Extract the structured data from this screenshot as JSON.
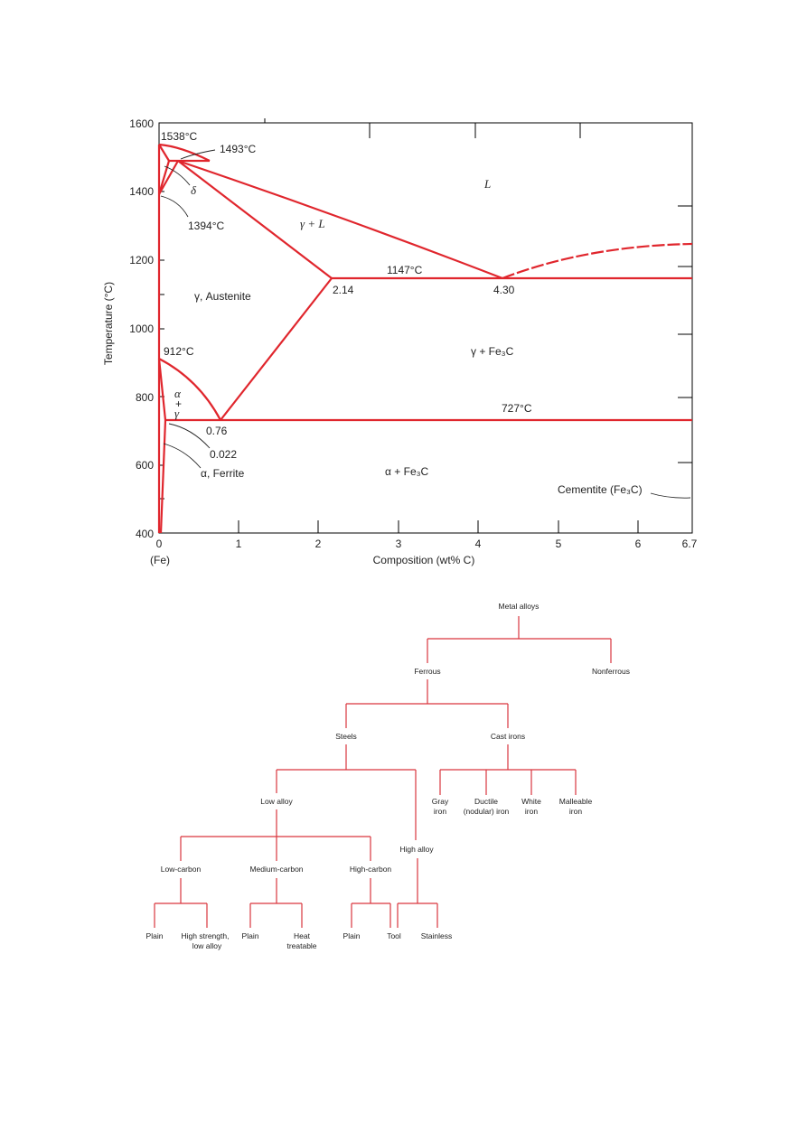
{
  "phase_diagram": {
    "axis": {
      "ylabel": "Temperature (°C)",
      "xlabel": "Composition (wt% C)",
      "fe_label": "(Fe)",
      "y_ticks": [
        "1600",
        "1400",
        "1200",
        "1000",
        "800",
        "600",
        "400"
      ],
      "x_ticks": [
        "0",
        "1",
        "2",
        "3",
        "4",
        "5",
        "6",
        "6.7"
      ]
    },
    "annotations": {
      "t1538": "1538°C",
      "t1493": "1493°C",
      "delta": "δ",
      "t1394": "1394°C",
      "liquid": "L",
      "gamma_l": "γ + L",
      "t1147": "1147°C",
      "c214": "2.14",
      "c430": "4.30",
      "austenite": "γ, Austenite",
      "t912": "912°C",
      "gamma_fe3c": "γ + Fe₃C",
      "alpha": "α",
      "plus": "+",
      "gamma": "γ",
      "t727": "727°C",
      "c076": "0.76",
      "c0022": "0.022",
      "ferrite": "α, Ferrite",
      "alpha_fe3c": "α + Fe₃C",
      "cementite": "Cementite (Fe₃C)"
    },
    "line_color": "#e0262d"
  },
  "classification_tree": {
    "nodes": {
      "metal_alloys": "Metal alloys",
      "ferrous": "Ferrous",
      "nonferrous": "Nonferrous",
      "steels": "Steels",
      "cast_irons": "Cast irons",
      "low_alloy": "Low alloy",
      "high_alloy": "High alloy",
      "gray_1": "Gray",
      "gray_2": "iron",
      "ductile_1": "Ductile",
      "ductile_2": "(nodular) iron",
      "white_1": "White",
      "white_2": "iron",
      "malleable_1": "Malleable",
      "malleable_2": "iron",
      "low_carbon": "Low-carbon",
      "medium_carbon": "Medium-carbon",
      "high_carbon": "High-carbon",
      "plain_a": "Plain",
      "hsla_1": "High strength,",
      "hsla_2": "low alloy",
      "plain_b": "Plain",
      "heat_1": "Heat",
      "heat_2": "treatable",
      "plain_c": "Plain",
      "tool": "Tool",
      "stainless": "Stainless"
    },
    "line_color": "#d9363e"
  }
}
